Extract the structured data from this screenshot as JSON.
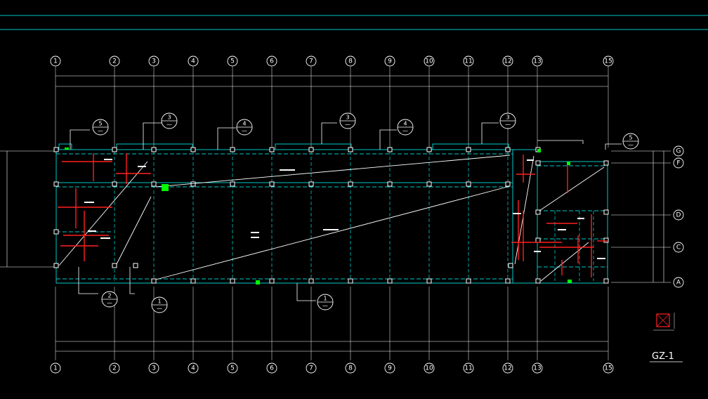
{
  "drawing": {
    "background": "#000000",
    "colors": {
      "frame": "#00c8c8",
      "grid_line": "#ffffff",
      "beam": "#00c8c8",
      "column": "#ffffff",
      "rebar": "#ff2020",
      "tag": "#00ff00",
      "diagonal": "#ffffff"
    },
    "axes_top": [
      "1",
      "2",
      "3",
      "4",
      "5",
      "6",
      "7",
      "8",
      "9",
      "10",
      "11",
      "12",
      "13",
      "15"
    ],
    "axes_bottom": [
      "1",
      "2",
      "3",
      "4",
      "5",
      "6",
      "7",
      "8",
      "9",
      "10",
      "11",
      "12",
      "13",
      "15"
    ],
    "axes_right": [
      "G",
      "F",
      "D",
      "C",
      "A"
    ],
    "callouts": [
      {
        "num": "5",
        "den": "—"
      },
      {
        "num": "3",
        "den": "—"
      },
      {
        "num": "4",
        "den": "—"
      },
      {
        "num": "3",
        "den": "—"
      },
      {
        "num": "4",
        "den": "—"
      },
      {
        "num": "3",
        "den": "—"
      },
      {
        "num": "5",
        "den": "—"
      },
      {
        "num": "2",
        "den": "—"
      },
      {
        "num": "1",
        "den": "—"
      },
      {
        "num": "1",
        "den": "—"
      }
    ],
    "legend": {
      "title": "GZ-1"
    }
  }
}
